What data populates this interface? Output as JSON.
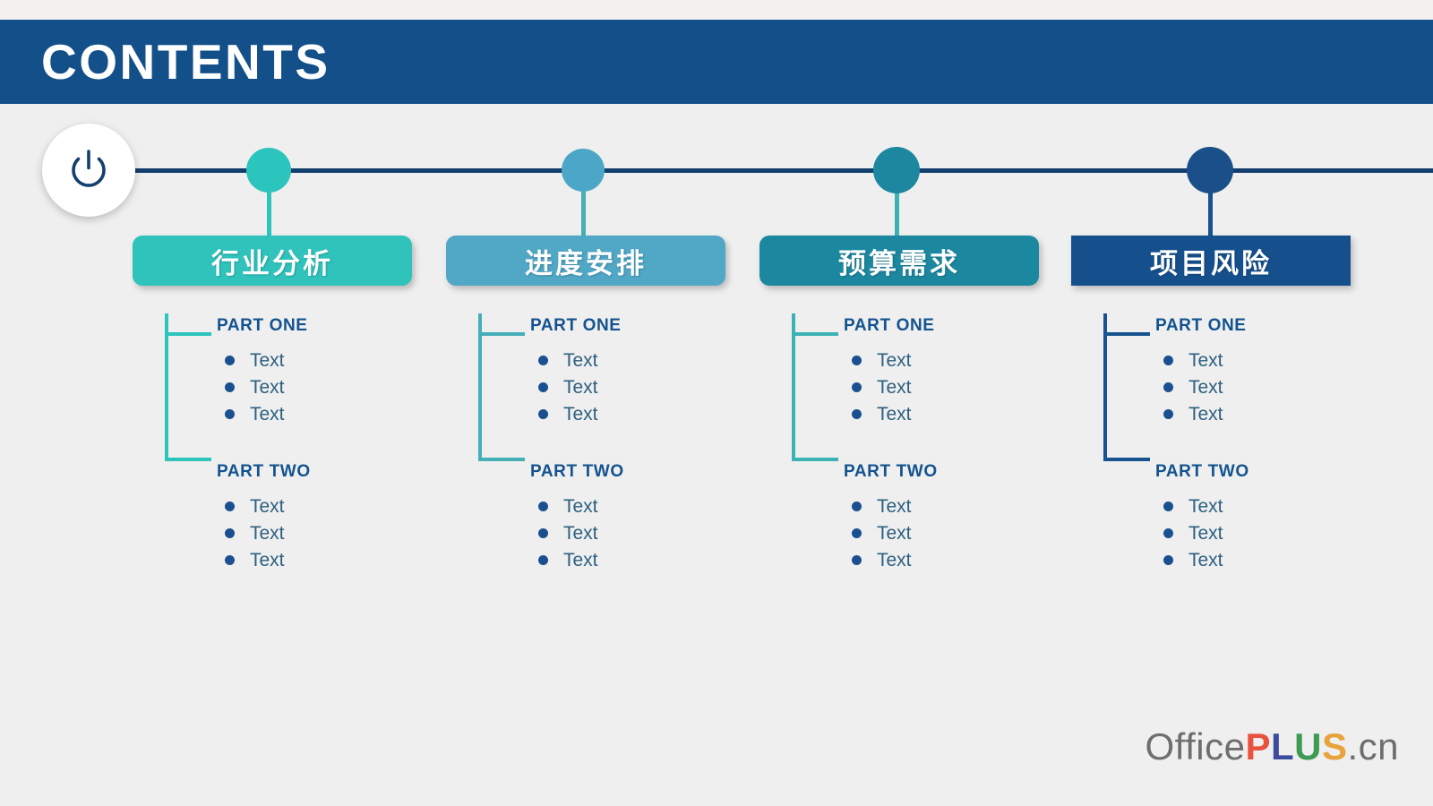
{
  "header": {
    "title": "CONTENTS",
    "bg_color": "#13508A"
  },
  "timeline": {
    "start_icon": "power-icon",
    "line_color": "#123F6D"
  },
  "columns": [
    {
      "dot_color": "#2BC5BE",
      "accent_color": "#2BC5BE",
      "box_color": "#2FC3BC",
      "box_shape": "rounded",
      "title": "行业分析",
      "parts": [
        {
          "title": "PART ONE",
          "items": [
            "Text",
            "Text",
            "Text"
          ]
        },
        {
          "title": "PART TWO",
          "items": [
            "Text",
            "Text",
            "Text"
          ]
        }
      ]
    },
    {
      "dot_color": "#4CA6C8",
      "accent_color": "#45AFB8",
      "box_color": "#50A7C6",
      "box_shape": "rounded",
      "title": "进度安排",
      "parts": [
        {
          "title": "PART ONE",
          "items": [
            "Text",
            "Text",
            "Text"
          ]
        },
        {
          "title": "PART TWO",
          "items": [
            "Text",
            "Text",
            "Text"
          ]
        }
      ]
    },
    {
      "dot_color": "#1D87A0",
      "accent_color": "#3BB3B4",
      "box_color": "#1B88A0",
      "box_shape": "rounded",
      "title": "预算需求",
      "parts": [
        {
          "title": "PART ONE",
          "items": [
            "Text",
            "Text",
            "Text"
          ]
        },
        {
          "title": "PART TWO",
          "items": [
            "Text",
            "Text",
            "Text"
          ]
        }
      ]
    },
    {
      "dot_color": "#1B4F8A",
      "accent_color": "#17538F",
      "box_color": "#15508C",
      "box_shape": "squared",
      "title": "项目风险",
      "parts": [
        {
          "title": "PART ONE",
          "items": [
            "Text",
            "Text",
            "Text"
          ]
        },
        {
          "title": "PART TWO",
          "items": [
            "Text",
            "Text",
            "Text"
          ]
        }
      ]
    }
  ],
  "logo": {
    "office": "Office",
    "p": "P",
    "l": "L",
    "u": "U",
    "s": "S",
    "cn": ".cn",
    "colors": {
      "office": "#6E6E6E",
      "p": "#E8523F",
      "l": "#3B4CA0",
      "u": "#3D9B53",
      "s": "#E8A33D",
      "cn": "#6E6E6E"
    }
  }
}
